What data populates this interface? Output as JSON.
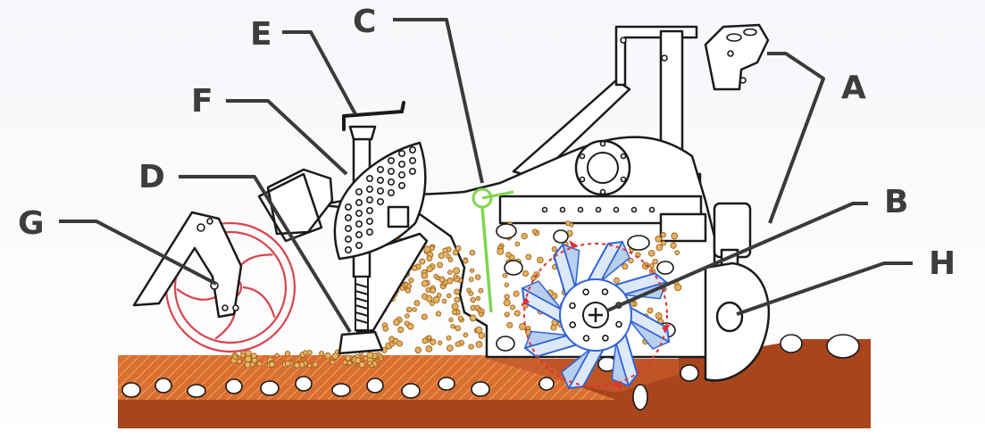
{
  "diagram": {
    "labels": [
      {
        "id": "A",
        "text": "A",
        "part": "three-point-hitch-frame"
      },
      {
        "id": "B",
        "text": "B",
        "part": "rotary-tiller-rotor"
      },
      {
        "id": "C",
        "text": "C",
        "part": "green-spring-tine"
      },
      {
        "id": "D",
        "text": "D",
        "part": "seeding-coulter"
      },
      {
        "id": "E",
        "text": "E",
        "part": "depth-adjust-crank"
      },
      {
        "id": "F",
        "text": "F",
        "part": "perforated-adjustment-plate"
      },
      {
        "id": "G",
        "text": "G",
        "part": "rear-press-wheel"
      },
      {
        "id": "H",
        "text": "H",
        "part": "front-depth-wheel"
      }
    ],
    "colors": {
      "soil_dark": "#a9451c",
      "soil_tilled": "#d96f30",
      "seed_fill": "#e7b25e",
      "rotor_blue": "#2f62d6",
      "tine_green": "#7fd64f",
      "wheel_red": "#d9434a",
      "line_dark": "#1a1a1a",
      "label_gray": "#3d3d3d"
    },
    "icons": [
      "rotation-arrow-icon",
      "plus-hub-icon"
    ]
  }
}
